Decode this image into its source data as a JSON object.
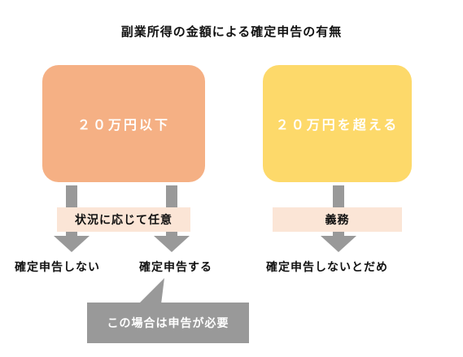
{
  "title": "副業所得の金額による確定申告の有無",
  "left_box": {
    "label": "２０万円以下",
    "color": "#f5b084"
  },
  "right_box": {
    "label": "２０万円を超える",
    "color": "#fdd96a"
  },
  "left_band": {
    "label": "状況に応じて任意",
    "color": "#fbe5d6"
  },
  "right_band": {
    "label": "義務",
    "color": "#fbe5d6"
  },
  "outcomes": {
    "left_no": "確定申告しない",
    "left_yes": "確定申告する",
    "right_no": "確定申告しないとだめ"
  },
  "callout": {
    "text": "この場合は申告が必要",
    "color": "#999999"
  }
}
